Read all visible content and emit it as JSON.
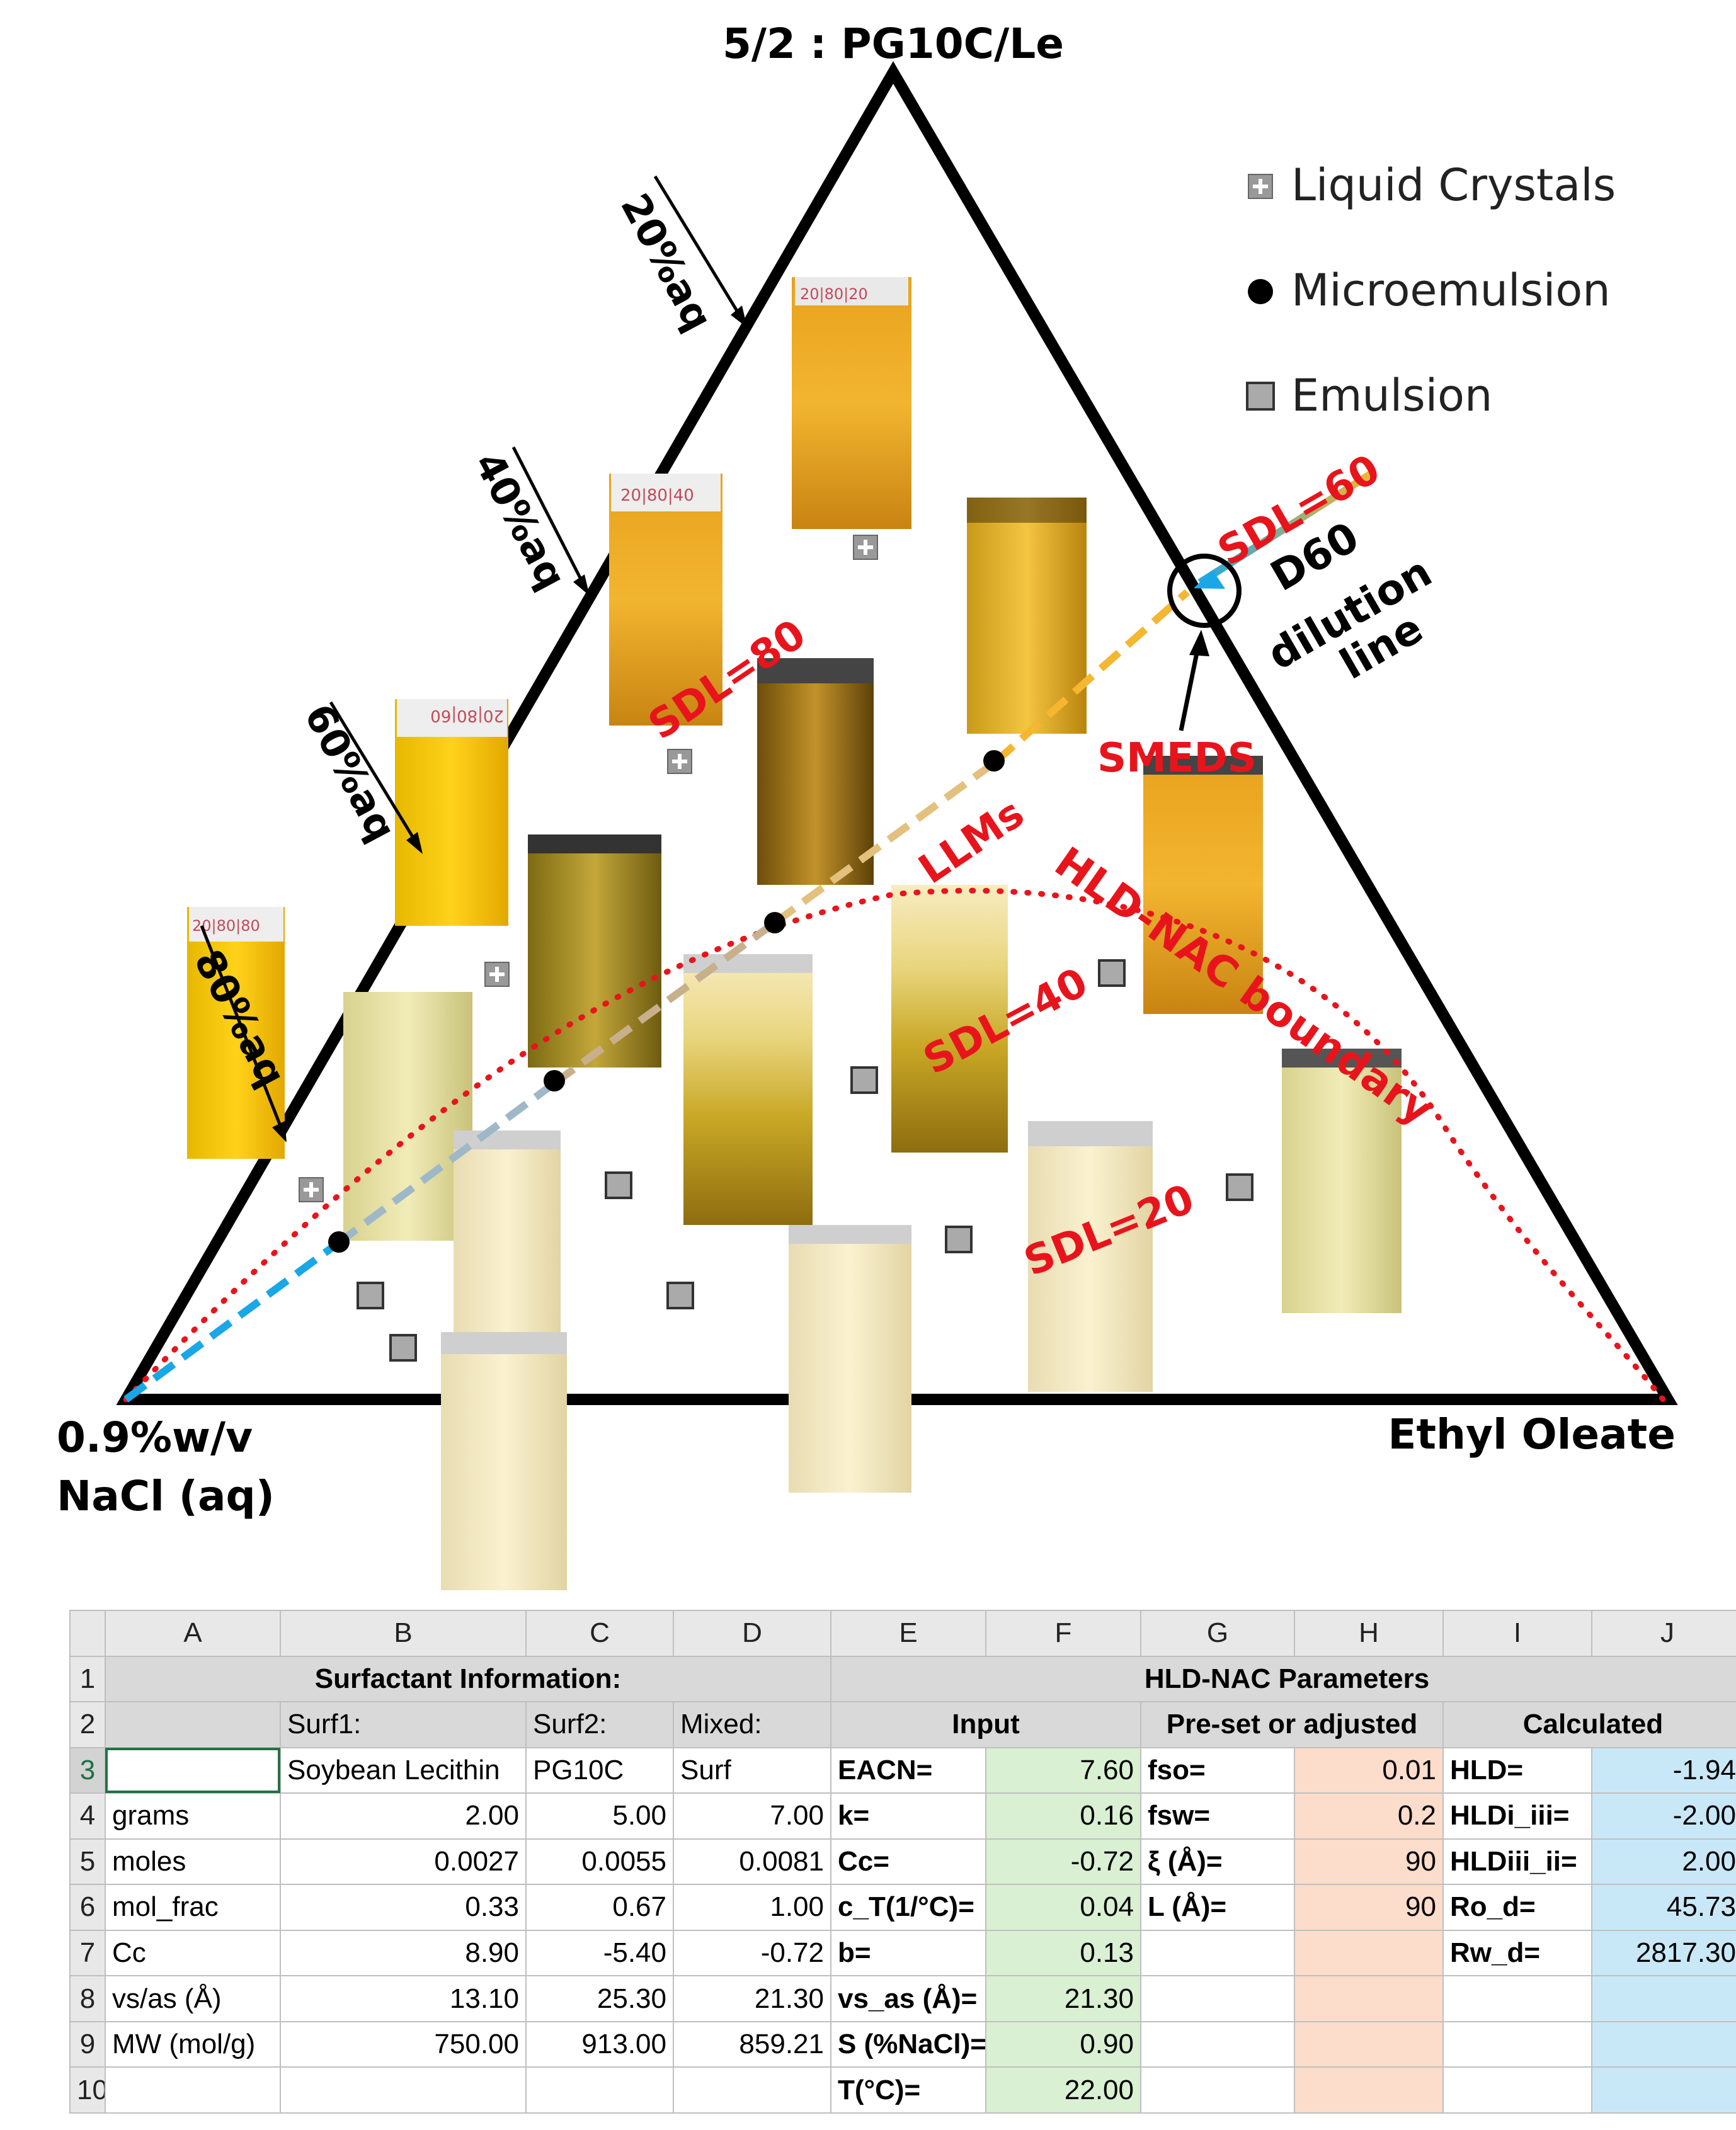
{
  "diagram": {
    "top_vertex_label": "5/2 : PG10C/Le",
    "left_vertex_label_line1": "0.9%w/v",
    "left_vertex_label_line2": "NaCl (aq)",
    "right_vertex_label": "Ethyl Oleate",
    "legend": [
      {
        "marker": "plus-square",
        "label": "Liquid Crystals"
      },
      {
        "marker": "black-dot",
        "label": "Microemulsion"
      },
      {
        "marker": "gray-square",
        "label": "Emulsion"
      }
    ],
    "aq_ticks": [
      "20%aq",
      "40%aq",
      "60%aq",
      "80%aq"
    ],
    "sdl_labels": [
      "SDL=80",
      "SDL=60",
      "SDL=40",
      "SDL=20"
    ],
    "annotations": {
      "smeds": "SMEDS",
      "llms": "LLMs",
      "boundary": "HLD-NAC boundary",
      "dilution_line1": "D60",
      "dilution_line2": "dilution",
      "dilution_line3": "line"
    },
    "vial_labels": [
      "20|80|20",
      "20|80|40",
      "20|80|60",
      "20|80|80"
    ],
    "colors": {
      "triangle": "#000000",
      "red_text": "#e8141c",
      "dilution_blue": "#1aa7e8",
      "dilution_orange": "#f5b632",
      "boundary_dots": "#e8141c"
    }
  },
  "sheet": {
    "columns": [
      "A",
      "B",
      "C",
      "D",
      "E",
      "F",
      "G",
      "H",
      "I",
      "J"
    ],
    "rows": [
      "1",
      "2",
      "3",
      "4",
      "5",
      "6",
      "7",
      "8",
      "9",
      "10"
    ],
    "surfactant_title": "Surfactant Information:",
    "hld_title": "HLD-NAC Parameters",
    "surf1_header": "Surf1:",
    "surf2_header": "Surf2:",
    "mixed_header": "Mixed:",
    "input_header": "Input",
    "preset_header": "Pre-set or adjusted",
    "calc_header": "Calculated",
    "r3": {
      "b": "Soybean Lecithin",
      "c": "PG10C",
      "d": "Surf"
    },
    "left_rows": [
      {
        "label": "grams",
        "b": "2.00",
        "c": "5.00",
        "d": "7.00"
      },
      {
        "label": "moles",
        "b": "0.0027",
        "c": "0.0055",
        "d": "0.0081"
      },
      {
        "label": "mol_frac",
        "b": "0.33",
        "c": "0.67",
        "d": "1.00"
      },
      {
        "label": "Cc",
        "b": "8.90",
        "c": "-5.40",
        "d": "-0.72"
      },
      {
        "label": "vs/as (Å)",
        "b": "13.10",
        "c": "25.30",
        "d": "21.30"
      },
      {
        "label": "MW (mol/g)",
        "b": "750.00",
        "c": "913.00",
        "d": "859.21"
      }
    ],
    "inputs": [
      {
        "label": "EACN=",
        "value": "7.60"
      },
      {
        "label": "k=",
        "value": "0.16"
      },
      {
        "label": "Cc=",
        "value": "-0.72"
      },
      {
        "label": "c_T(1/°C)=",
        "value": "0.04"
      },
      {
        "label": "b=",
        "value": "0.13"
      },
      {
        "label": "vs_as (Å)=",
        "value": "21.30"
      },
      {
        "label": "S (%NaCl)=",
        "value": "0.90"
      },
      {
        "label": "T(°C)=",
        "value": "22.00"
      }
    ],
    "preset": [
      {
        "label": "fso=",
        "value": "0.01"
      },
      {
        "label": "fsw=",
        "value": "0.2"
      },
      {
        "label": "ξ (Å)=",
        "value": "90"
      },
      {
        "label": "L (Å)=",
        "value": "90"
      }
    ],
    "calculated": [
      {
        "label": "HLD=",
        "value": "-1.94"
      },
      {
        "label": "HLDi_iii=",
        "value": "-2.00"
      },
      {
        "label": "HLDiii_ii=",
        "value": "2.00"
      },
      {
        "label": "Ro_d=",
        "value": "45.73"
      },
      {
        "label": "Rw_d=",
        "value": "2817.30"
      }
    ]
  }
}
